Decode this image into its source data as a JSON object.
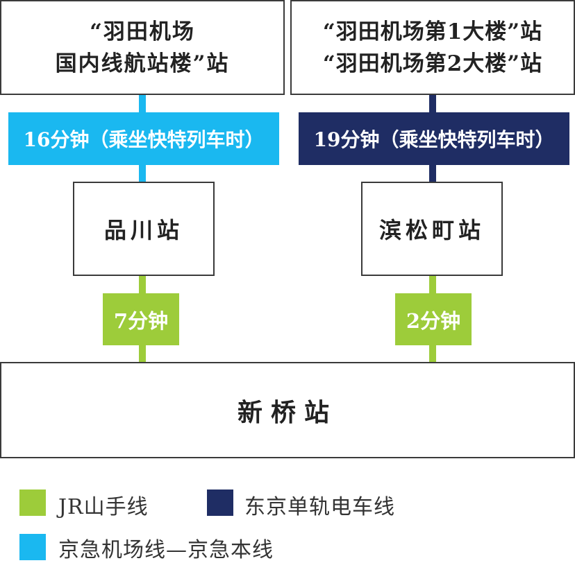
{
  "colors": {
    "jr": "#9dcc3a",
    "keikyu": "#1ab8f0",
    "monorail": "#1f2d64"
  },
  "boxes": {
    "haneda_domestic": [
      "“羽田机场",
      "国内线航站楼”站"
    ],
    "haneda_t1_t2": [
      "“羽田机场第1大楼”站",
      "“羽田机场第2大楼”站"
    ],
    "shinagawa": "品川站",
    "hamamatsucho": "滨松町站",
    "shimbashi": "新桥站"
  },
  "labels": {
    "keikyu_time": "16分钟（乘坐快特列车时）",
    "monorail_time": "19分钟（乘坐快特列车时）",
    "jr_time_shinagawa": "7分钟",
    "jr_time_hamamatsucho": "2分钟"
  },
  "legend": {
    "jr": "JR山手线",
    "monorail": "东京单轨电车线",
    "keikyu": "京急机场线—京急本线"
  }
}
